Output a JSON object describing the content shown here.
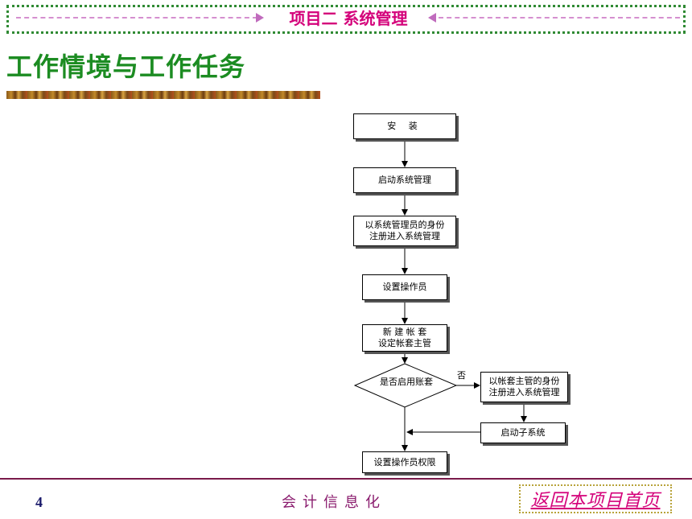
{
  "header": {
    "project_title": "项目二  系统管理"
  },
  "main": {
    "heading": "工作情境与工作任务"
  },
  "flowchart": {
    "steps": [
      "安  装",
      "启动系统管理",
      "以系统管理员的身份\n注册进入系统管理",
      "设置操作员",
      "新 建 帐 套\n设定帐套主管",
      "以帐套主管的身份\n注册进入系统管理",
      "启动子系统",
      "设置操作员权限"
    ],
    "decision": "是否启用账套",
    "no_label": "否"
  },
  "footer": {
    "page_number": "4",
    "course_name": "会计信息化",
    "home_link": "返回本项目首页"
  },
  "colors": {
    "project_title": "#d4007a",
    "heading": "#1c8c22",
    "frame": "#2f8a33",
    "footer_line": "#7a1a4a"
  }
}
